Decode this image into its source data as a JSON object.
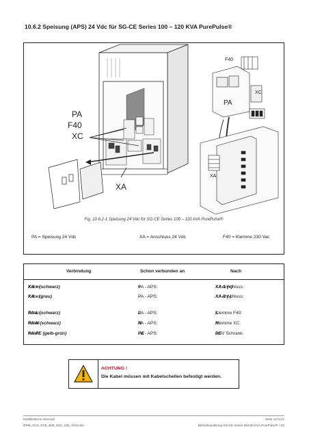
{
  "heading": "10.6.2  Speisung (APS) 24 Vdc für SG-CE Series 100 – 120 KVA PurePulse®",
  "figure": {
    "labels": {
      "pa_big": "PA",
      "f40_big": "F40",
      "xc_big": "XC",
      "xa_big": "XA",
      "f40_small": "F40",
      "pa_small": "PA",
      "xc_small": "XC",
      "xa_small": "XA"
    },
    "caption": "Fig. 10.6.2-1   Speisung 24 Vdc für SG-CE Series 100 – 120 kVA PurePulse®",
    "legend": {
      "pa": "PA = Speisung 24 Vdc",
      "xa": "XA = Anschluss 24 Vdc",
      "f40": "F40 = Klemme 230 Vac"
    }
  },
  "table": {
    "headers": [
      "Verbindung",
      "Schon verbunden an",
      "Nach"
    ],
    "rows": [
      {
        "c1_pre": "Kabel ",
        "c1_bold": "XA + (schwarz)",
        "c2_pre": "PA - APS: ",
        "c2_bold": "+",
        "c3_pre": "XA Anschluss: ",
        "c3_bold": "XA-1 (+)"
      },
      {
        "c1_pre": "Kabel ",
        "c1_bold": "XA – (grau)",
        "c2_pre": "PA - APS: ",
        "c2_bold": "–",
        "c3_pre": "XA Anschluss: ",
        "c3_bold": "XA-2 (-)"
      },
      {
        "c1_pre": "Kabel ",
        "c1_bold": "PA-L (schwarz)",
        "c2_pre": "PA - APS: ",
        "c2_bold": "L",
        "c3_pre": "Klemme F40: ",
        "c3_bold": "L"
      },
      {
        "c1_pre": "Kabel ",
        "c1_bold": "PA-N (schwarz)",
        "c2_pre": "PA - APS: ",
        "c2_bold": "N",
        "c3_pre": "Klemme XC: ",
        "c3_bold": "N"
      },
      {
        "c1_pre": "Kabel ",
        "c1_bold": "PA-PE (gelb-grün)",
        "c2_pre": "PA - APS: ",
        "c2_bold": "PE",
        "c3_pre": "USV Schrank: ",
        "c3_bold": "PE"
      }
    ]
  },
  "warning": {
    "title": "ACHTUNG !",
    "text": "Die Kabel müssen mit Kabelschellen befestigt werden.",
    "icon": "warning-triangle-icon"
  },
  "footer": {
    "left_top": "Modifications reserved",
    "left_bottom": "OPM_SGS_XCE_B06_M12_10E_V010.doc",
    "right_top": "Seite 117/122",
    "right_bottom": "Betriebsanleitung SG-CE Series 60-120 KVA PurePulse® / S2"
  }
}
